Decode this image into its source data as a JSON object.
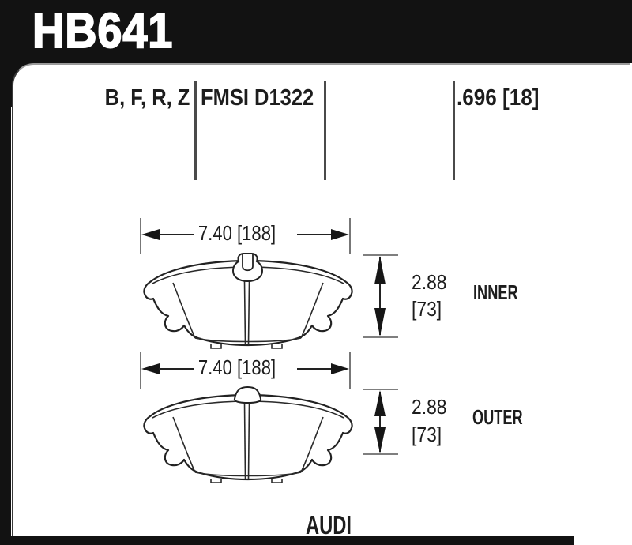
{
  "header": {
    "part_number": "HB641"
  },
  "spec_row": {
    "compounds": "B, F, R, Z",
    "fmsi": "FMSI D1322",
    "pad_thickness": ".696 [18]"
  },
  "diagrams": {
    "inner": {
      "width_dim": "7.40 [188]",
      "thickness_in": "2.88",
      "thickness_mm": "[73]",
      "label": "INNER"
    },
    "outer": {
      "width_dim": "7.40 [188]",
      "thickness_in": "2.88",
      "thickness_mm": "[73]",
      "label": "OUTER"
    }
  },
  "footer": {
    "vehicle": "AUDI"
  },
  "colors": {
    "bar_black": "#121212",
    "text_black": "#1d1d1d",
    "divider_gray": "#4a4a4a",
    "tick_gray": "#555555",
    "line_dark": "#222222",
    "background": "#ffffff"
  },
  "icons": {
    "h_dim_left": "left-arrow-icon",
    "h_dim_right": "right-arrow-icon",
    "v_dim_up": "up-arrow-icon",
    "v_dim_down": "down-arrow-icon"
  }
}
